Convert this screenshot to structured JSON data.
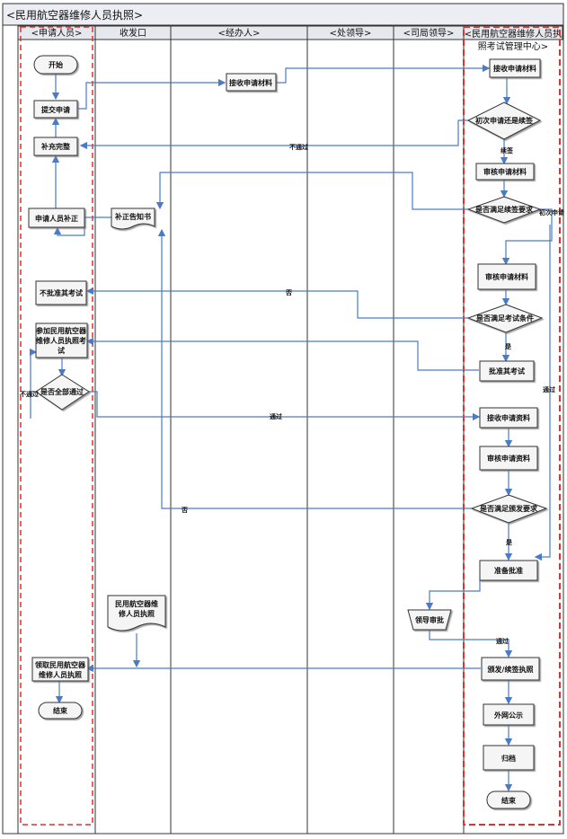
{
  "title": "<民用航空器维修人员执照>",
  "lanes": [
    {
      "id": "applicant",
      "label": "<申请人员>"
    },
    {
      "id": "receiving",
      "label": "收发口"
    },
    {
      "id": "handler",
      "label": "<经办人>"
    },
    {
      "id": "division_leader",
      "label": "<处领导>"
    },
    {
      "id": "bureau_leader",
      "label": "<司局领导>"
    },
    {
      "id": "center",
      "label": "<民用航空器维修人员执照考试管理中心>",
      "label_lines": [
        "<民用航空器维修人员执",
        "照考试管理中心>"
      ]
    }
  ],
  "nodes": {
    "start": "开始",
    "submit": "提交申请",
    "supplement_done": "补充完整",
    "applicant_supplement": "申请人员补正",
    "receive_materials": "接收申请材料",
    "center_receive": "接收申请材料",
    "first_or_renew": "初次申请还是续签",
    "review_materials_1": "审核申请材料",
    "renewal_ok": "是否满足续签要求",
    "correction_notice": "补正告知书",
    "review_materials_2": "审核申请材料",
    "not_approved_exam": "不批准其考试",
    "exam_ok": "是否满足考试条件",
    "take_exam": [
      "参加民用航空器",
      "维修人员执照考",
      "试"
    ],
    "approve_exam": "批准其考试",
    "all_passed": "是否全部通过",
    "receive_data": "接收申请资料",
    "review_data": "审核申请资料",
    "issue_ok": "是否满足颁发要求",
    "prepare_approval": "准备批准",
    "leader_approval": "领导审批",
    "license_doc": [
      "民用航空器维",
      "修人员执照"
    ],
    "collect_license": [
      "领取民用航空器",
      "维修人员执照"
    ],
    "issue_license": "颁发/续签执照",
    "public_notice": "外网公示",
    "archive": "归档",
    "end_left": "结束",
    "end_right": "结束"
  },
  "edge_labels": {
    "fail_top": "不通过",
    "renew": "续签",
    "first_apply": "初次申请",
    "no_exam": "否",
    "yes_exam": "是",
    "fail_left": "不通过",
    "pass_mid": "通过",
    "no_issue": "否",
    "yes_issue": "是",
    "pass_leader": "通过",
    "fail_right": "通过"
  }
}
